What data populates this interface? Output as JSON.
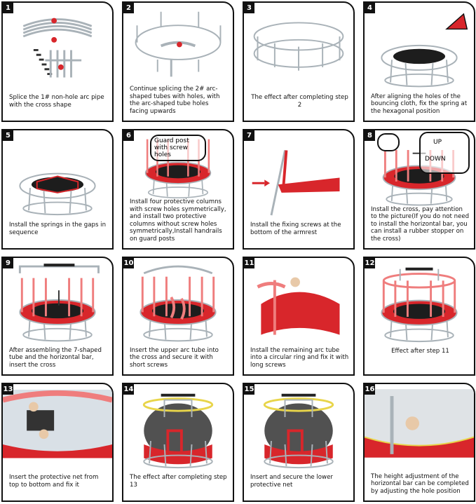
{
  "colors": {
    "frame": "#111111",
    "red": "#d8262b",
    "mat": "#1d1d1d",
    "steel": "#a9b2b8",
    "pink": "#ef7d7d",
    "yellow": "#e8d54a",
    "net": "#333333"
  },
  "steps": [
    {
      "number": "1",
      "caption": "Splice the 1# non-hole arc pipe with the cross shape"
    },
    {
      "number": "2",
      "caption": "Continue splicing the 2# arc-shaped tubes with holes, with the arc-shaped tube holes facing upwards"
    },
    {
      "number": "3",
      "caption": "The effect after completing step 2"
    },
    {
      "number": "4",
      "caption": "After aligning the holes of the bouncing cloth, fix the spring at the hexagonal position"
    },
    {
      "number": "5",
      "caption": "Install the springs in the gaps in sequence"
    },
    {
      "number": "6",
      "caption": "Install four protective columns with screw holes symmetrically, and install two protective columns without screw holes symmetrically,Install handrails on guard posts",
      "callout": "Guard post with screw holes"
    },
    {
      "number": "7",
      "caption": "Install the fixing screws at the bottom of the armrest"
    },
    {
      "number": "8",
      "caption": "Install the cross, pay attention to the picture(If you do not need to install the horizontal bar, you can install a rubber stopper on the cross)",
      "callout_up": "UP",
      "callout_down": "DOWN"
    },
    {
      "number": "9",
      "caption": "After assembling the 7-shaped tube and the horizontal bar, insert the cross"
    },
    {
      "number": "10",
      "caption": "Insert the upper arc tube into the cross and secure it with short screws"
    },
    {
      "number": "11",
      "caption": "Install the remaining arc tube into a circular ring and fix it with long screws"
    },
    {
      "number": "12",
      "caption": "Effect after step 11"
    },
    {
      "number": "13",
      "caption": "Insert the protective net from top to bottom and fix it"
    },
    {
      "number": "14",
      "caption": "The effect after completing step 13"
    },
    {
      "number": "15",
      "caption": "Insert and secure the lower protective net"
    },
    {
      "number": "16",
      "caption": "The height adjustment of the horizontal bar can be completed by adjusting the hole position"
    }
  ]
}
